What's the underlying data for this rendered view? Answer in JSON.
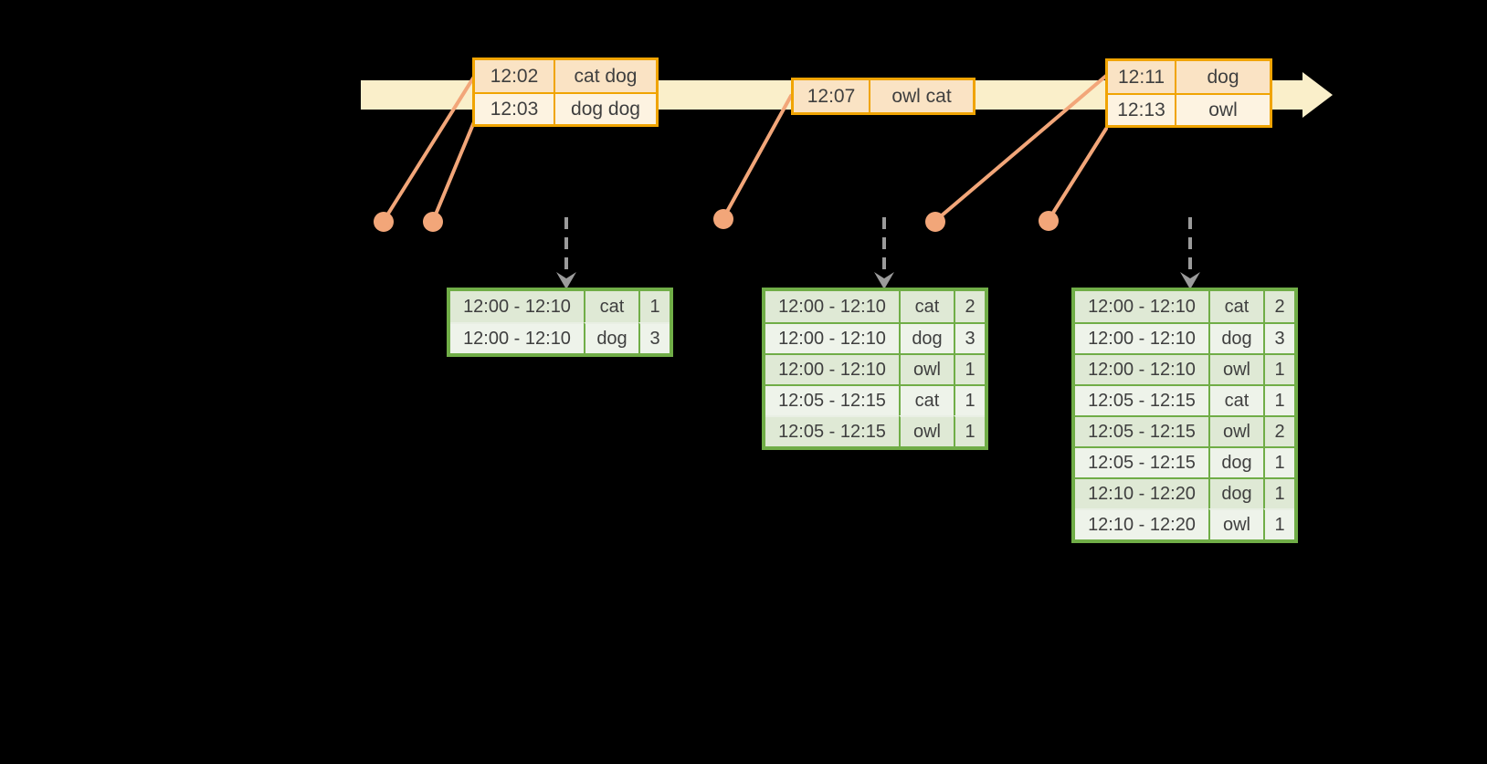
{
  "event_tables": [
    {
      "rows": [
        {
          "time": "12:02",
          "words": "cat dog"
        },
        {
          "time": "12:03",
          "words": "dog dog"
        }
      ]
    },
    {
      "rows": [
        {
          "time": "12:07",
          "words": "owl cat"
        }
      ]
    },
    {
      "rows": [
        {
          "time": "12:11",
          "words": "dog"
        },
        {
          "time": "12:13",
          "words": "owl"
        }
      ]
    }
  ],
  "result_tables": [
    {
      "rows": [
        {
          "window": "12:00 - 12:10",
          "word": "cat",
          "count": "1"
        },
        {
          "window": "12:00 - 12:10",
          "word": "dog",
          "count": "3"
        }
      ]
    },
    {
      "rows": [
        {
          "window": "12:00 - 12:10",
          "word": "cat",
          "count": "2"
        },
        {
          "window": "12:00 - 12:10",
          "word": "dog",
          "count": "3"
        },
        {
          "window": "12:00 - 12:10",
          "word": "owl",
          "count": "1"
        },
        {
          "window": "12:05 - 12:15",
          "word": "cat",
          "count": "1"
        },
        {
          "window": "12:05 - 12:15",
          "word": "owl",
          "count": "1"
        }
      ]
    },
    {
      "rows": [
        {
          "window": "12:00 - 12:10",
          "word": "cat",
          "count": "2"
        },
        {
          "window": "12:00 - 12:10",
          "word": "dog",
          "count": "3"
        },
        {
          "window": "12:00 - 12:10",
          "word": "owl",
          "count": "1"
        },
        {
          "window": "12:05 - 12:15",
          "word": "cat",
          "count": "1"
        },
        {
          "window": "12:05 - 12:15",
          "word": "owl",
          "count": "2"
        },
        {
          "window": "12:05 - 12:15",
          "word": "dog",
          "count": "1"
        },
        {
          "window": "12:10 - 12:20",
          "word": "dog",
          "count": "1"
        },
        {
          "window": "12:10 - 12:20",
          "word": "owl",
          "count": "1"
        }
      ]
    }
  ],
  "colors": {
    "background": "#000000",
    "timeline_band": "#faefca",
    "event_table_border": "#f0a402",
    "event_row_dark": "#fae3c4",
    "event_row_light": "#fdf3e1",
    "connector_orange": "#f2a679",
    "dashed_arrow_gray": "#9b9b9b",
    "result_table_border": "#70ad47",
    "result_row_dark": "#dfe9d5",
    "result_row_light": "#eef3ea",
    "text": "#3f3f3f"
  }
}
